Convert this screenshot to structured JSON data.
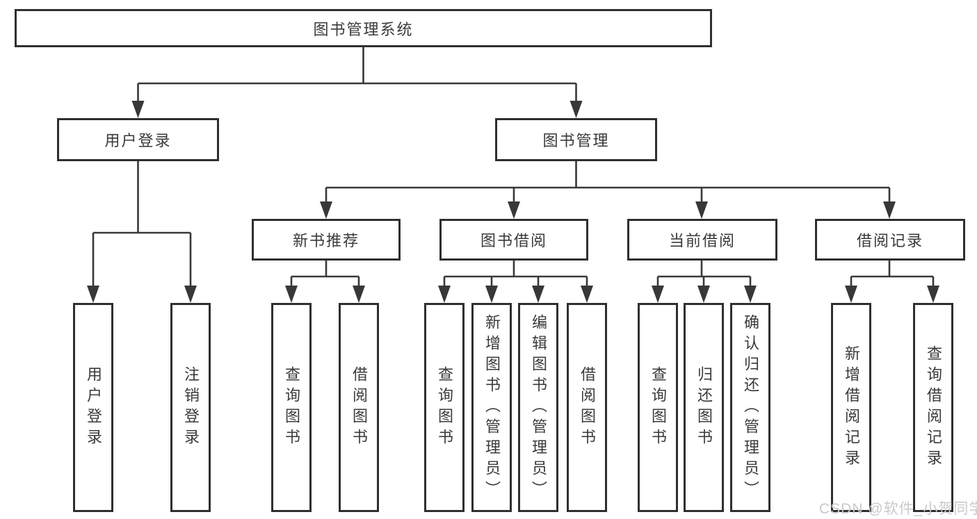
{
  "diagram": {
    "root": {
      "label": "图书管理系统"
    },
    "level2": [
      {
        "label": "用户登录"
      },
      {
        "label": "图书管理"
      }
    ],
    "level3": [
      {
        "label": "新书推荐"
      },
      {
        "label": "图书借阅"
      },
      {
        "label": "当前借阅"
      },
      {
        "label": "借阅记录"
      }
    ],
    "leaves": {
      "user_login": [
        {
          "label": "用户登录"
        },
        {
          "label": "注销登录"
        }
      ],
      "new_book_rec": [
        {
          "label": "查询图书"
        },
        {
          "label": "借阅图书"
        }
      ],
      "book_borrow": [
        {
          "label": "查询图书"
        },
        {
          "label": "新增图书（管理员）"
        },
        {
          "label": "编辑图书（管理员）"
        },
        {
          "label": "借阅图书"
        }
      ],
      "current_borrow": [
        {
          "label": "查询图书"
        },
        {
          "label": "归还图书"
        },
        {
          "label": "确认归还（管理员）"
        }
      ],
      "borrow_records": [
        {
          "label": "新增借阅记录"
        },
        {
          "label": "查询借阅记录"
        }
      ]
    }
  },
  "watermark": {
    "text": "CSDN @软件_小贺同学"
  },
  "colors": {
    "line": "#383838",
    "box_border": "#2f2f2f",
    "background": "#ffffff",
    "text": "#3a3a3a",
    "watermark": "#c9c9c9"
  }
}
